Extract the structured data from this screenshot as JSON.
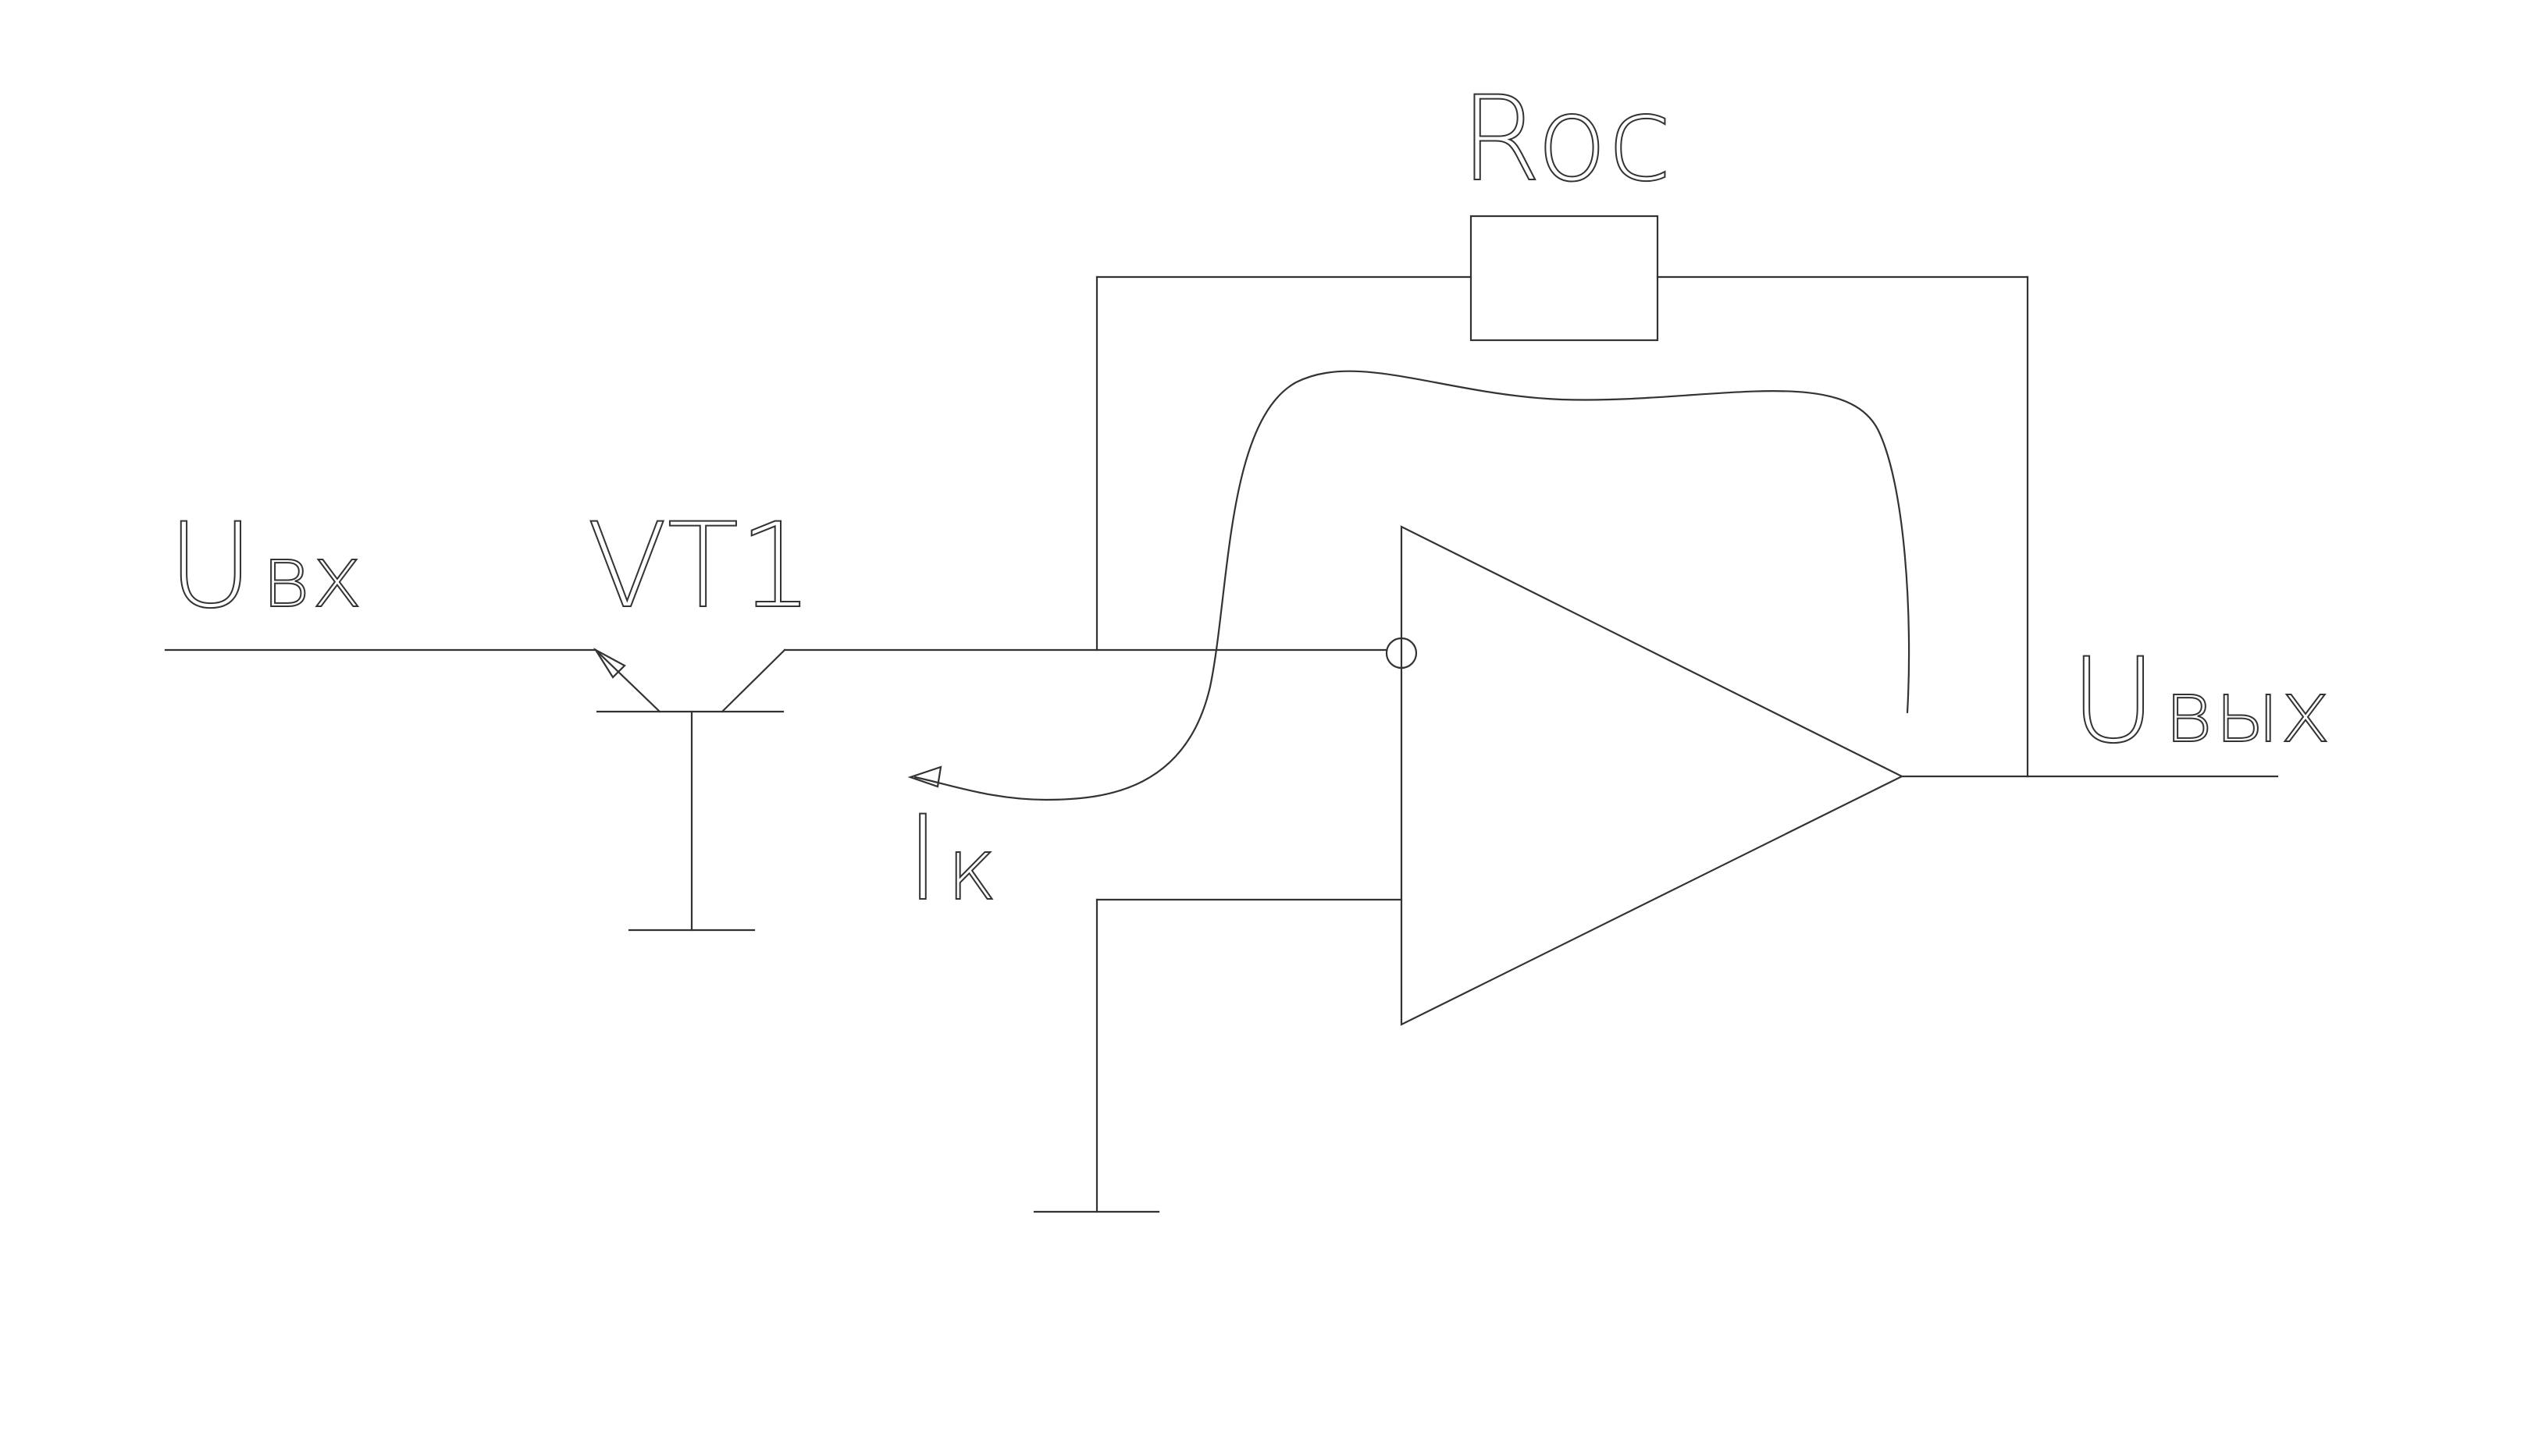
{
  "labels": {
    "input_voltage": {
      "main": "U",
      "sub": "вх"
    },
    "transistor": "VT1",
    "feedback_resistor": "Roc",
    "current": {
      "main": "I",
      "sub": "к"
    },
    "output_voltage": {
      "main": "U",
      "sub": "вых"
    }
  },
  "colors": {
    "line": "#333333",
    "background": "#ffffff"
  }
}
